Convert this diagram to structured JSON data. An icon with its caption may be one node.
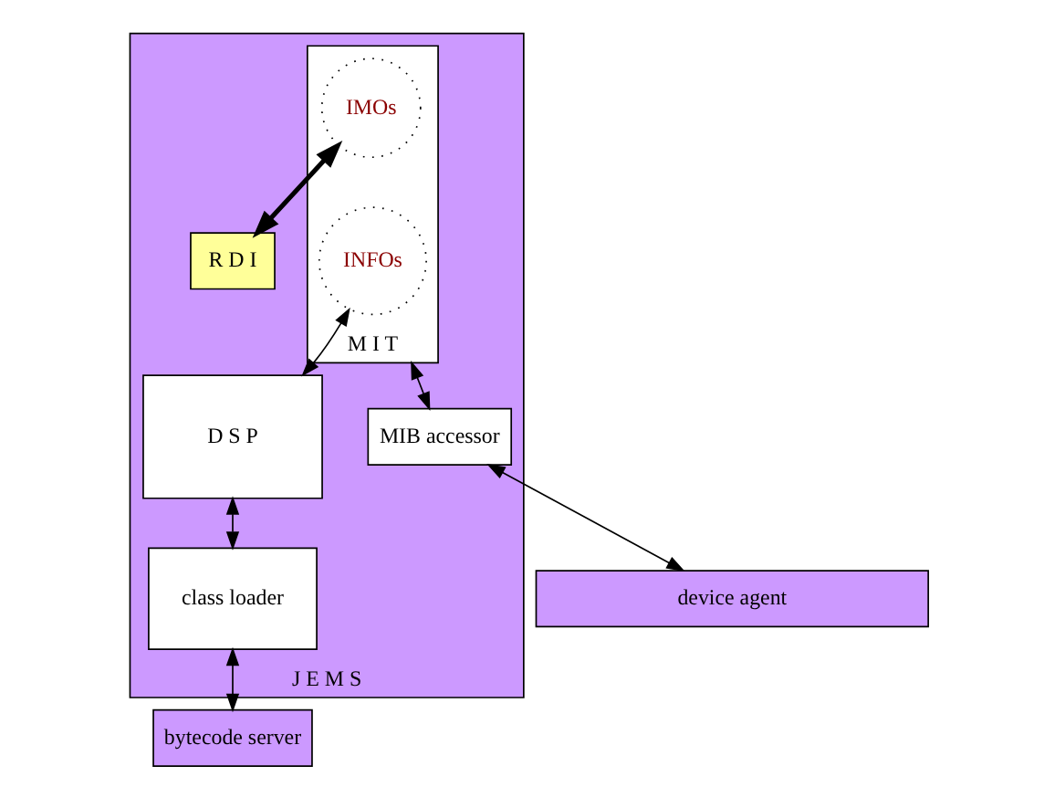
{
  "diagram": {
    "nodes": [
      {
        "text": [
          "J E M S"
        ]
      },
      {
        "text": [
          "M I T"
        ],
        "in": 0
      },
      {
        "text": [
          "IMOs"
        ],
        "in": 1
      },
      {
        "text": [
          "INFOs"
        ],
        "in": 1
      },
      {
        "text": [
          "R D I"
        ],
        "in": 0
      },
      {
        "text": [
          "D S P"
        ],
        "in": 0
      },
      {
        "text": [
          "MIB accessor"
        ],
        "in": 0
      },
      {
        "text": [
          "class loader"
        ],
        "in": 0
      },
      {
        "text": [
          "bytecode server"
        ]
      },
      {
        "text": [
          "device agent"
        ]
      }
    ],
    "edges": [
      {
        "from": 2,
        "to": 4,
        "arrow": "both",
        "style": "thick"
      },
      {
        "from": 3,
        "to": 5,
        "arrow": "both"
      },
      {
        "from": 1,
        "to": 6,
        "arrow": "both"
      },
      {
        "from": 5,
        "to": 7,
        "arrow": "both"
      },
      {
        "from": 7,
        "to": 8,
        "arrow": "both"
      },
      {
        "from": 6,
        "to": 9,
        "arrow": "both"
      }
    ]
  }
}
